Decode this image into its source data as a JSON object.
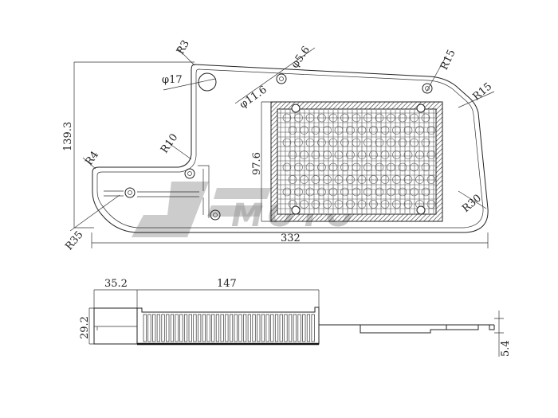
{
  "top_view": {
    "labels": {
      "r3": "R3",
      "dia17": "φ17",
      "dia5_6": "φ5.6",
      "dia11_6": "φ11.6",
      "r15_top": "R15",
      "r15_right": "R15",
      "height": "139.3",
      "r10": "R10",
      "filter_height": "97.6",
      "r4": "R4",
      "r30": "R30",
      "r35": "R35",
      "length": "332"
    }
  },
  "side_view": {
    "labels": {
      "left_width": "35.2",
      "filter_width": "147",
      "height": "29.2",
      "flange": "5.4"
    }
  },
  "watermark": {
    "text": "MOTO",
    "color": "#9a9a9a"
  }
}
